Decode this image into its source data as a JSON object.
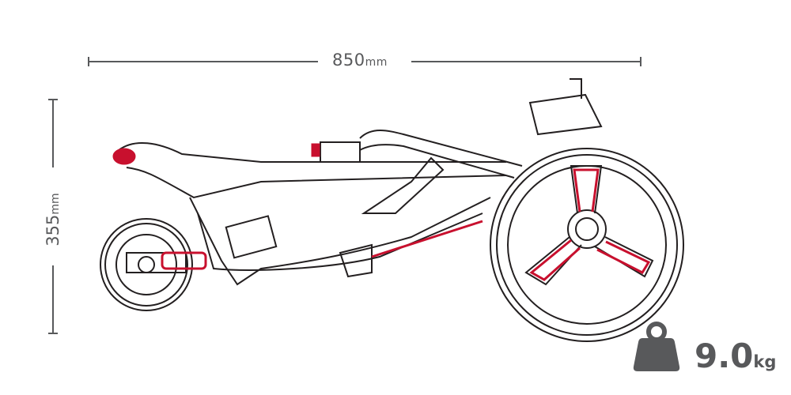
{
  "dimensions": {
    "length_value": "850",
    "length_unit": "mm",
    "height_value": "355",
    "height_unit": "mm"
  },
  "weight": {
    "value": "9.0",
    "unit": "kg",
    "icon": "weight-icon"
  },
  "colors": {
    "text": "#58595b",
    "accent": "#c8102e",
    "line": "#231f20"
  }
}
